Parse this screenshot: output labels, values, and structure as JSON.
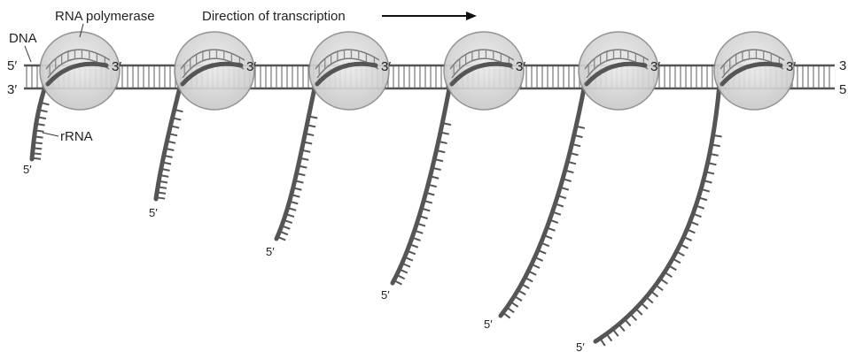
{
  "labels": {
    "dna": "DNA",
    "rna_polymerase": "RNA polymerase",
    "direction": "Direction of transcription",
    "rrna": "rRNA"
  },
  "dna_ends": {
    "top_left": "5′",
    "bottom_left": "3′",
    "top_right": "3",
    "bottom_right": "5"
  },
  "transcription_units": [
    {
      "end_3": "3′",
      "end_5": "5′"
    },
    {
      "end_3": "3′",
      "end_5": "5′"
    },
    {
      "end_3": "3′",
      "end_5": "5′"
    },
    {
      "end_3": "3′",
      "end_5": "5′"
    },
    {
      "end_3": "3′",
      "end_5": "5′"
    },
    {
      "end_3": "3′",
      "end_5": "5′"
    }
  ],
  "colors": {
    "strand": "#555555",
    "polymerase_fill": "#d6d6d6",
    "polymerase_edge": "#8a8a8a",
    "text": "#222222"
  }
}
